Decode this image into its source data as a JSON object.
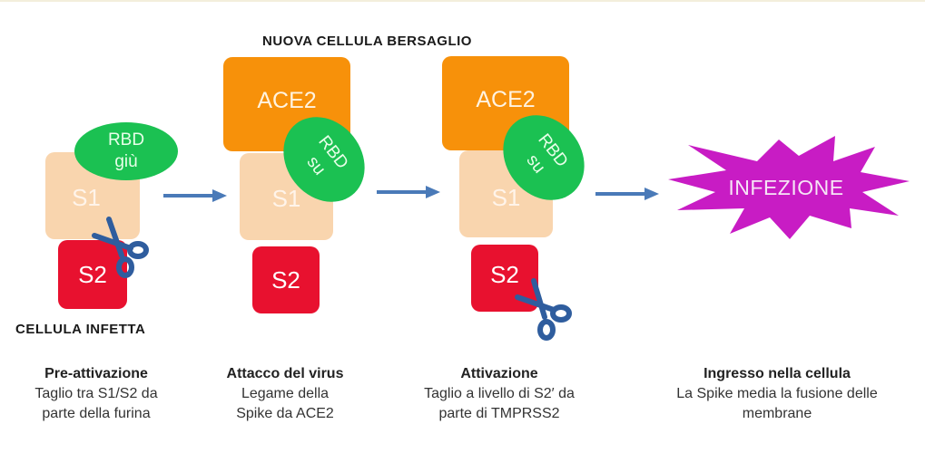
{
  "diagram": {
    "labels": {
      "new_target_cell": "NUOVA CELLULA BERSAGLIO",
      "infected_cell": "CELLULA INFETTA"
    },
    "colors": {
      "s1": "#f9d5ae",
      "s2": "#e8112f",
      "ace2": "#f7910a",
      "rbd": "#1bc152",
      "arrow": "#4a7ab8",
      "scissors": "#2f5d9e",
      "infection_star": "#c81cc4"
    },
    "stages": [
      {
        "s1": "S1",
        "s2": "S2",
        "rbd_line1": "RBD",
        "rbd_line2": "giù",
        "title": "Pre-attivazione",
        "desc_line1": "Taglio tra S1/S2 da",
        "desc_line2": "parte della furina"
      },
      {
        "ace2": "ACE2",
        "s1": "S1",
        "s2": "S2",
        "rbd_line1": "RBD",
        "rbd_line2": "su",
        "title": "Attacco del virus",
        "desc_line1": "Legame della",
        "desc_line2": "Spike da ACE2"
      },
      {
        "ace2": "ACE2",
        "s1": "S1",
        "s2": "S2",
        "rbd_line1": "RBD",
        "rbd_line2": "su",
        "title": "Attivazione",
        "desc_line1": "Taglio a livello di S2′ da",
        "desc_line2": "parte di TMPRSS2"
      },
      {
        "burst": "INFEZIONE",
        "title": "Ingresso nella cellula",
        "desc_line1": "La Spike media la fusione delle",
        "desc_line2": "membrane"
      }
    ],
    "icons": [
      "arrow-right-icon",
      "scissors-icon",
      "explosion-burst-icon"
    ]
  }
}
